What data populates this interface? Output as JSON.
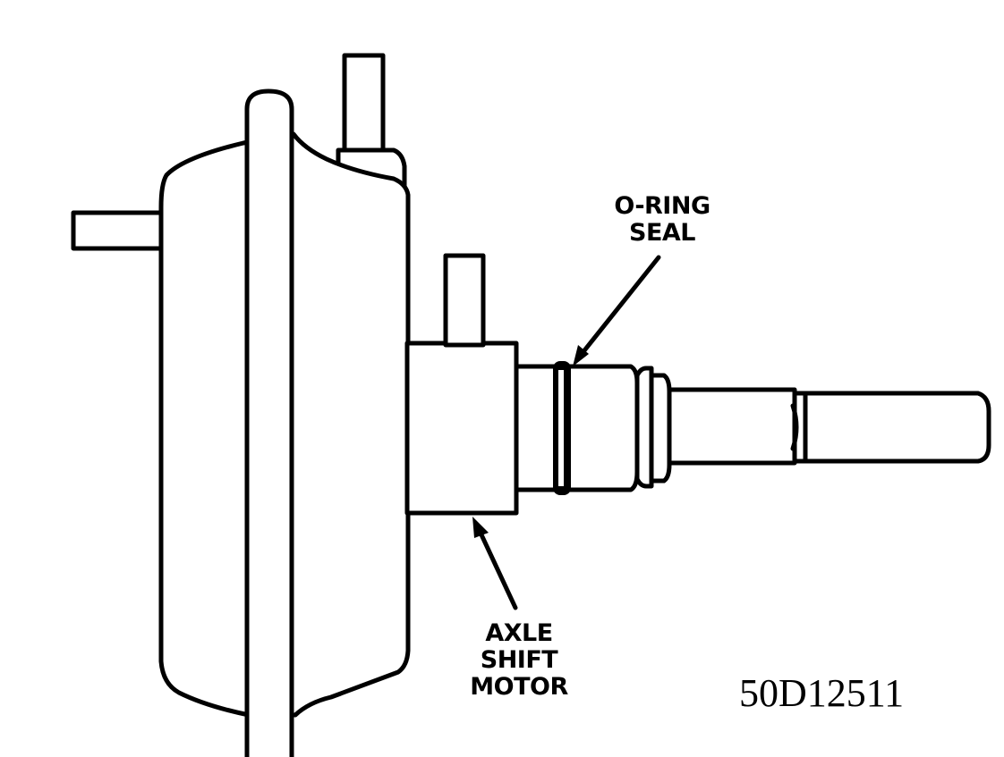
{
  "labels": {
    "oring_line1": "O-RING",
    "oring_line2": "SEAL",
    "motor_line1": "AXLE",
    "motor_line2": "SHIFT",
    "motor_line3": "MOTOR"
  },
  "figure_id": "50D12511"
}
